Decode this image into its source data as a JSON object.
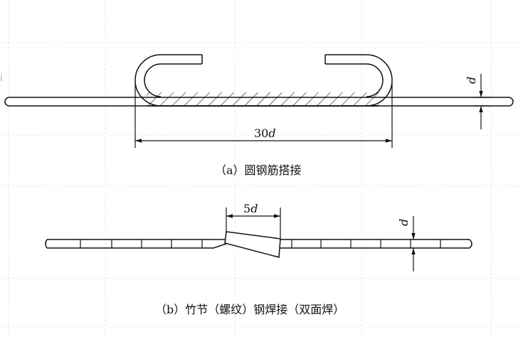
{
  "figure_a": {
    "caption": "（a）圆钢筋搭接",
    "length_label_num": "30",
    "length_label_var": "d",
    "diameter_label": "d"
  },
  "figure_b": {
    "caption": "（b）竹节（螺纹）钢焊接（双面焊）",
    "length_label_num": "5",
    "length_label_var": "d",
    "diameter_label": "d"
  },
  "side_mark": "ⅰ",
  "colors": {
    "background": "#ffffff",
    "grid": "#d7dde8",
    "line": "#111111",
    "side_mark": "#a9b7dc"
  }
}
